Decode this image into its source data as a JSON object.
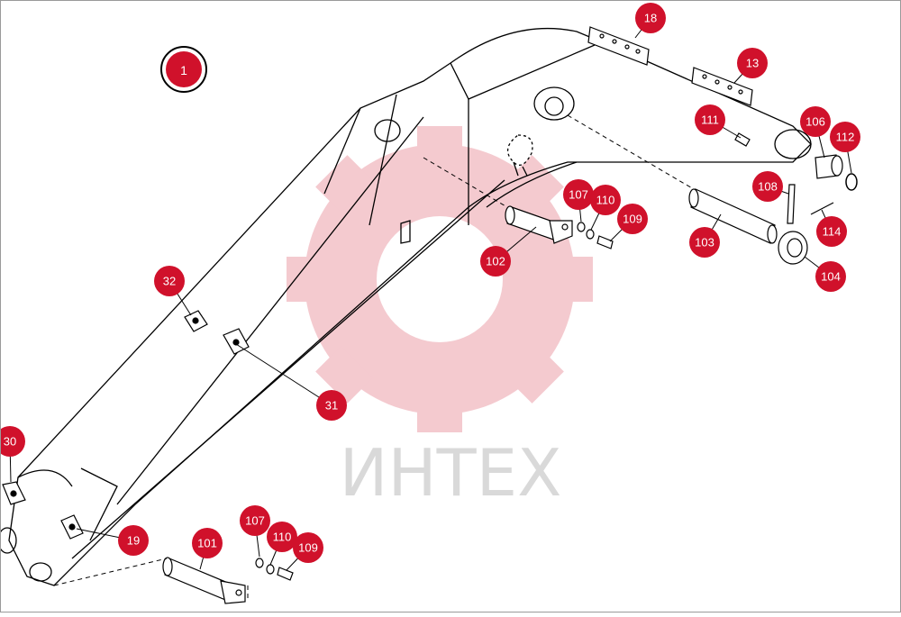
{
  "diagram": {
    "main_label": "1",
    "watermark_text": "ИНТЕХ",
    "callout_color": "#d0112b",
    "callouts": {
      "c13": "13",
      "c18": "18",
      "c19": "19",
      "c30": "30",
      "c31": "31",
      "c32": "32",
      "c101": "101",
      "c102": "102",
      "c103": "103",
      "c104": "104",
      "c106": "106",
      "c107a": "107",
      "c107b": "107",
      "c108": "108",
      "c109a": "109",
      "c109b": "109",
      "c110a": "110",
      "c110b": "110",
      "c111": "111",
      "c112": "112",
      "c114": "114"
    }
  }
}
